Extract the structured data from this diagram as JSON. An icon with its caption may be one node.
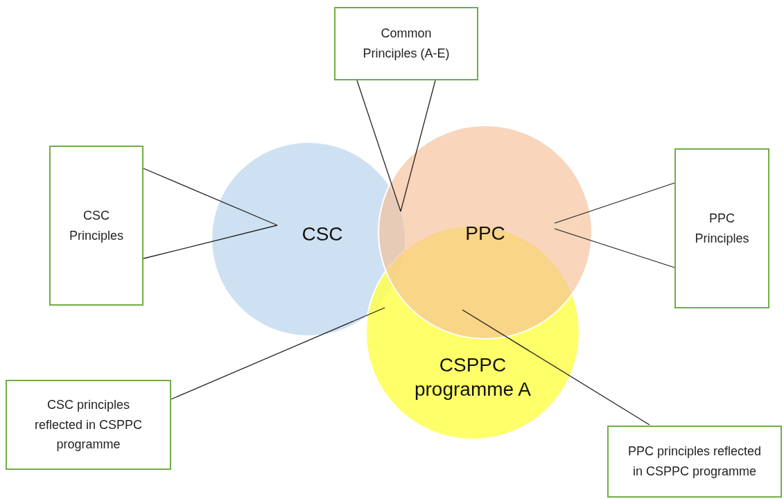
{
  "diagram": {
    "nodes": [
      {
        "text": [
          "Common Principles (A-E)"
        ]
      },
      {
        "text": [
          "CSC Principles"
        ]
      },
      {
        "text": [
          "CSC"
        ]
      },
      {
        "text": [
          "PPC"
        ]
      },
      {
        "text": [
          "PPC Principles"
        ]
      },
      {
        "text": [
          "CSPPC programme A"
        ]
      },
      {
        "text": [
          "CSC principles reflected in CSPPC programme"
        ]
      },
      {
        "text": [
          "PPC principles reflected in CSPPC programme"
        ]
      }
    ],
    "edges": [
      {
        "from": 0,
        "to": 2,
        "arrow": "none"
      },
      {
        "from": 0,
        "to": 2,
        "arrow": "none"
      },
      {
        "from": 1,
        "to": 2,
        "arrow": "none"
      },
      {
        "from": 1,
        "to": 2,
        "arrow": "none"
      },
      {
        "from": 4,
        "to": 3,
        "arrow": "none"
      },
      {
        "from": 4,
        "to": 3,
        "arrow": "none"
      },
      {
        "from": 6,
        "to": 5,
        "arrow": "none"
      },
      {
        "from": 7,
        "to": 3,
        "arrow": "none"
      }
    ]
  }
}
